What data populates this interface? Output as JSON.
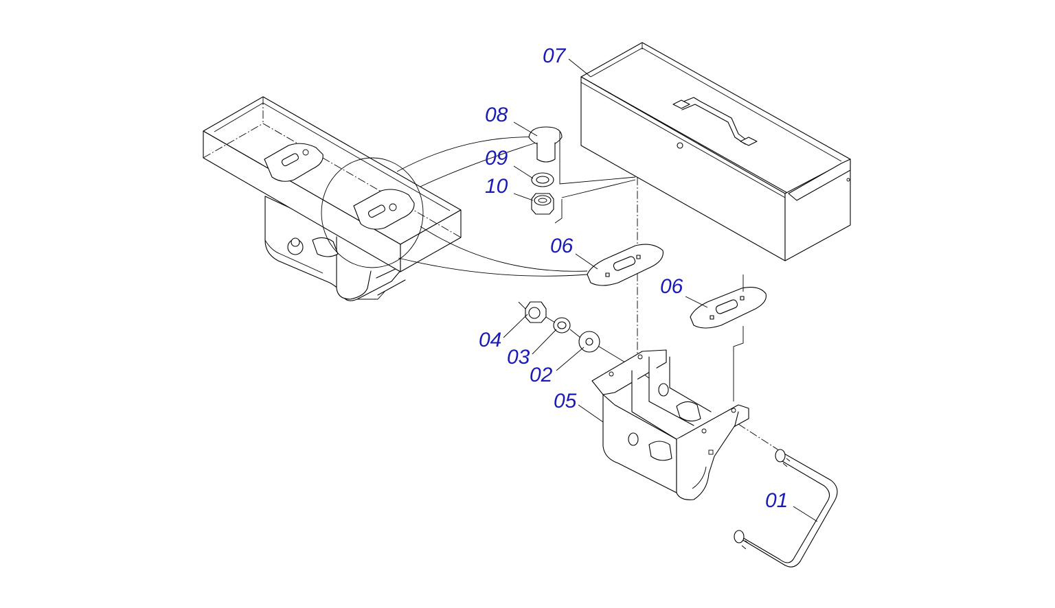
{
  "callouts": {
    "p01": "01",
    "p02": "02",
    "p03": "03",
    "p04": "04",
    "p05": "05",
    "p06a": "06",
    "p06b": "06",
    "p07": "07",
    "p08": "08",
    "p09": "09",
    "p10": "10"
  },
  "colors": {
    "callout": "#1a1ab8",
    "line": "#000000",
    "background": "#ffffff"
  }
}
